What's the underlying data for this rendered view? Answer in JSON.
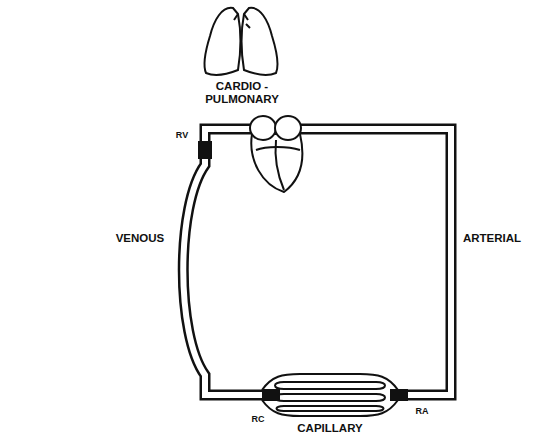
{
  "diagram": {
    "labels": [
      "CARDIO - PULMONARY",
      "VENOUS",
      "ARTERIAL",
      "CAPILLARY",
      "RV",
      "RC",
      "RA"
    ]
  }
}
